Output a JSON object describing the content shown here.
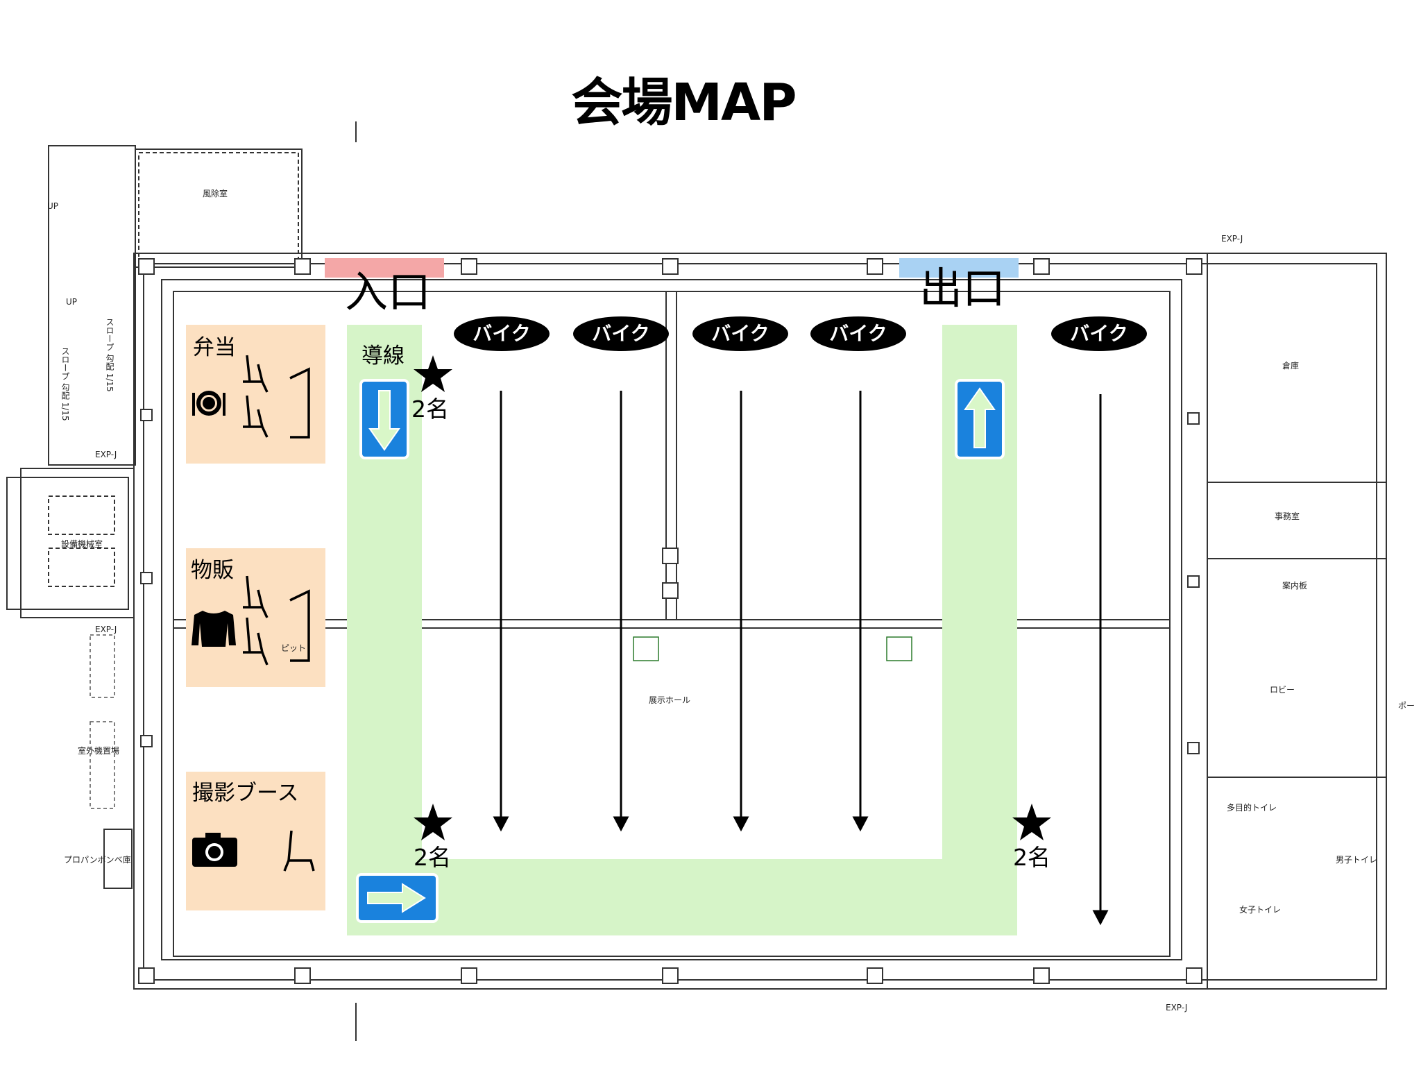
{
  "title": "会場MAP",
  "entrance": "入口",
  "exit": "出口",
  "flow_label": "導線",
  "bike_label": "バイク",
  "star_counts": [
    "2名",
    "2名",
    "2名"
  ],
  "booths": {
    "bento": "弁当",
    "merch": "物販",
    "photo": "撮影ブース"
  },
  "rooms": {
    "windbreak": "風除室",
    "storage": "倉庫",
    "office": "事務室",
    "info_board": "案内板",
    "lobby": "ロビー",
    "exhibition_hall": "展示ホール",
    "equipment_room": "設備機械室",
    "outdoor_equipment": "室外機置場",
    "propane": "プロパンボンベ庫",
    "multi_toilet": "多目的トイレ",
    "mens_toilet": "男子トイレ",
    "womens_toilet": "女子トイレ",
    "pit": "ピット",
    "porch": "ポー"
  },
  "plan_marks": {
    "exp_j": "EXP-J",
    "up": "UP",
    "slope_1": "スロープ 勾配 1/15",
    "slope_2": "スロープ 勾配 1/15"
  },
  "colors": {
    "entrance_bar": "#f4a7a7",
    "exit_bar": "#a9d2f3",
    "flow_zone": "#d6f4c8",
    "booth": "#fce0c1",
    "arrow_sign": "#1a82dd",
    "arrow_fill": "#d9f7c8"
  },
  "icons": [
    "plate-cutlery-icon",
    "sweater-icon",
    "camera-icon",
    "chair-icon",
    "table-icon",
    "star-icon"
  ]
}
